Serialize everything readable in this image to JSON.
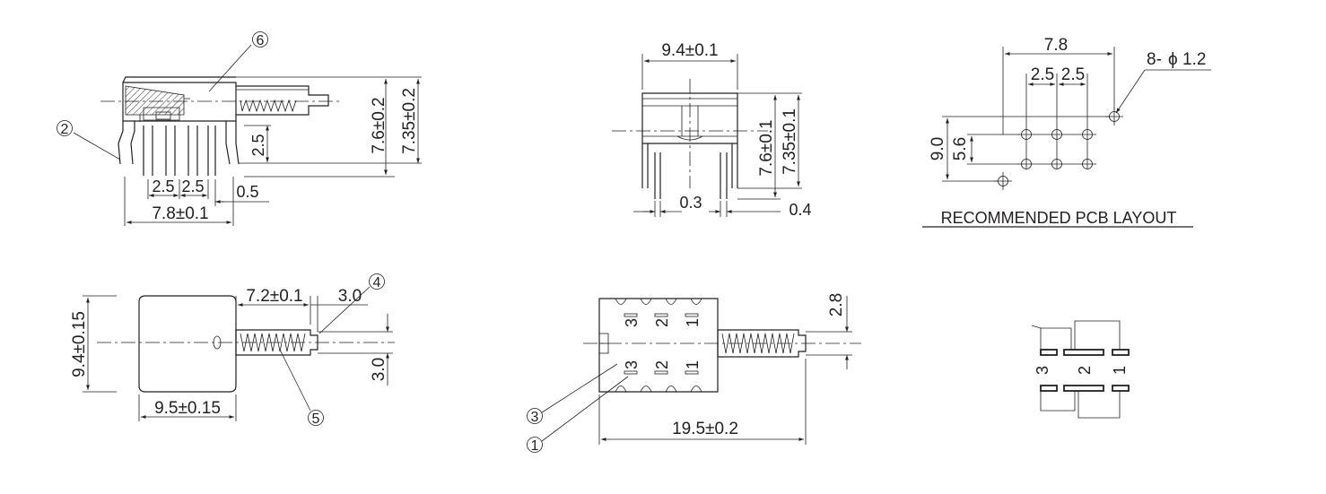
{
  "colors": {
    "ink": "#231f20",
    "background": "#ffffff"
  },
  "side_view": {
    "callouts": [
      "6",
      "2"
    ],
    "dims": {
      "height": "7.6±0.2",
      "height2": "7.35±0.2",
      "pin_len": "2.5",
      "pitch_a": "2.5",
      "pitch_b": "2.5",
      "gap": "0.5",
      "width": "7.8±0.1"
    }
  },
  "front_view": {
    "dims": {
      "width": "9.4±0.1",
      "height": "7.6±0.1",
      "height2": "7.35±0.1",
      "pin_thk": "0.3",
      "pin_w": "0.4"
    }
  },
  "pcb_layout": {
    "title": "RECOMMENDED PCB LAYOUT",
    "dims": {
      "span": "7.8",
      "pitch_a": "2.5",
      "pitch_b": "2.5",
      "holes": "8-",
      "hole_sym": "ϕ",
      "hole_dia": "1.2",
      "row_h": "9.0",
      "row_gap": "5.6"
    }
  },
  "top_view": {
    "callouts": [
      "4",
      "5"
    ],
    "dims": {
      "body_h": "9.4±0.15",
      "stem": "7.2±0.1",
      "tip": "3.0",
      "tip_h": "3.0",
      "body_w": "9.5±0.15"
    }
  },
  "bottom_view": {
    "callouts": [
      "3",
      "1"
    ],
    "pins_top": [
      "3",
      "2",
      "1"
    ],
    "pins_bottom": [
      "3",
      "2",
      "1"
    ],
    "dims": {
      "length": "19.5±0.2",
      "stem_h": "2.8"
    }
  },
  "schematic": {
    "pins": [
      "3",
      "2",
      "1"
    ]
  }
}
